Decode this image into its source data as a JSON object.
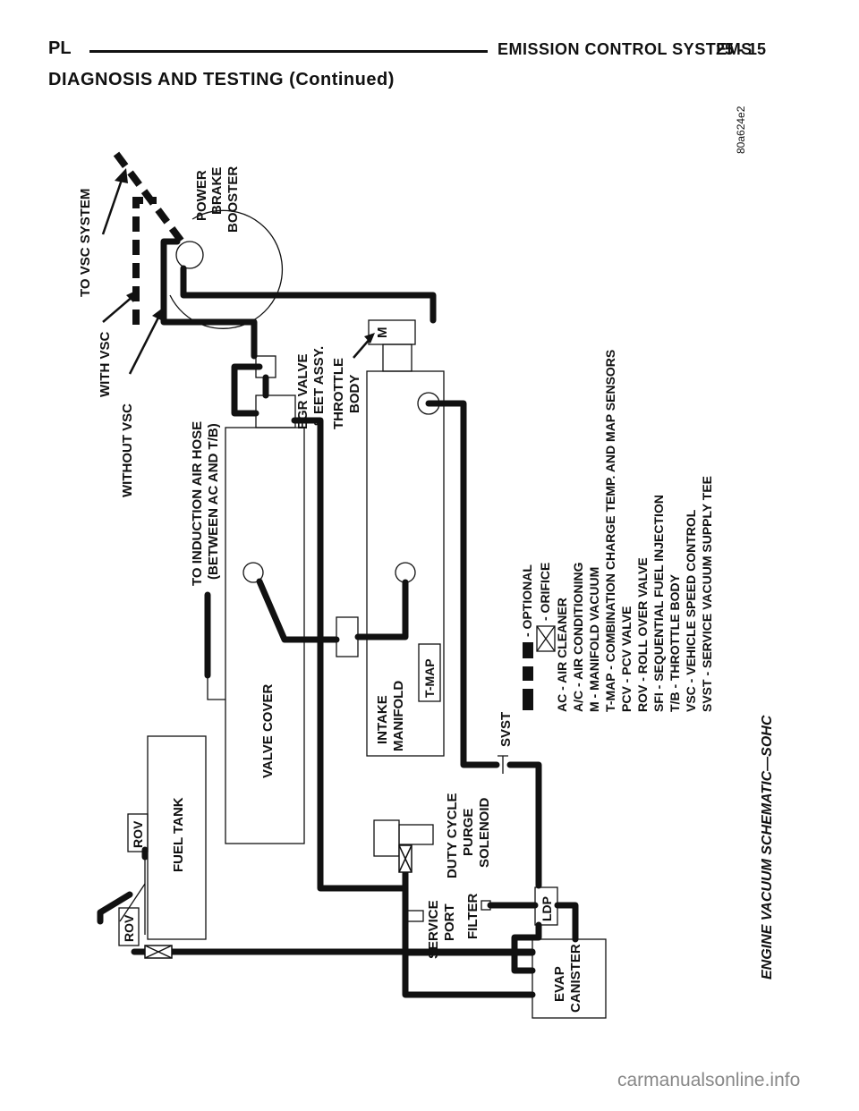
{
  "header": {
    "section": "PL",
    "chapter": "EMISSION CONTROL SYSTEMS",
    "page": "25 - 15",
    "subtitle": "DIAGNOSIS AND TESTING (Continued)"
  },
  "diagram": {
    "figure_id": "80a624e2",
    "caption": "ENGINE VACUUM SCHEMATIC—SOHC",
    "labels": {
      "to_vsc_system": "TO VSC SYSTEM",
      "with_vsc": "WITH VSC",
      "without_vsc": "WITHOUT VSC",
      "power_brake_booster": [
        "POWER",
        "BRAKE",
        "BOOSTER"
      ],
      "induction_hose": [
        "TO INDUCTION AIR HOSE",
        "(BETWEEN AC AND T/B)"
      ],
      "egr_valve": [
        "EGR VALVE",
        "& EET ASSY."
      ],
      "throttle_body": [
        "THROTTLE",
        "BODY"
      ],
      "m": "M",
      "valve_cover": "VALVE COVER",
      "intake_manifold": [
        "INTAKE",
        "MANIFOLD"
      ],
      "t_map": "T-MAP",
      "svst": "SVST",
      "fuel_tank": "FUEL TANK",
      "rov_top": "ROV",
      "rov_left": "ROV",
      "duty_cycle": [
        "DUTY CYCLE",
        "PURGE",
        "SOLENOID"
      ],
      "service_port": [
        "SERVICE",
        "PORT"
      ],
      "filter": "FILTER",
      "ldp": "LDP",
      "evap_canister": [
        "EVAP",
        "CANISTER"
      ]
    },
    "legend": [
      "- OPTIONAL",
      "- ORIFICE",
      "AC - AIR CLEANER",
      "A/C - AIR CONDITIONING",
      "M - MANIFOLD VACUUM",
      "T-MAP - COMBINATION CHARGE TEMP. AND MAP SENSORS",
      "PCV - PCV VALVE",
      "ROV - ROLL OVER VALVE",
      "SFI - SEQUENTIAL FUEL INJECTION",
      "T/B - THROTTLE BODY",
      "VSC - VEHICLE SPEED CONTROL",
      "SVST - SERVICE VACUUM SUPPLY TEE"
    ]
  },
  "watermark": "carmanualsonline.info"
}
